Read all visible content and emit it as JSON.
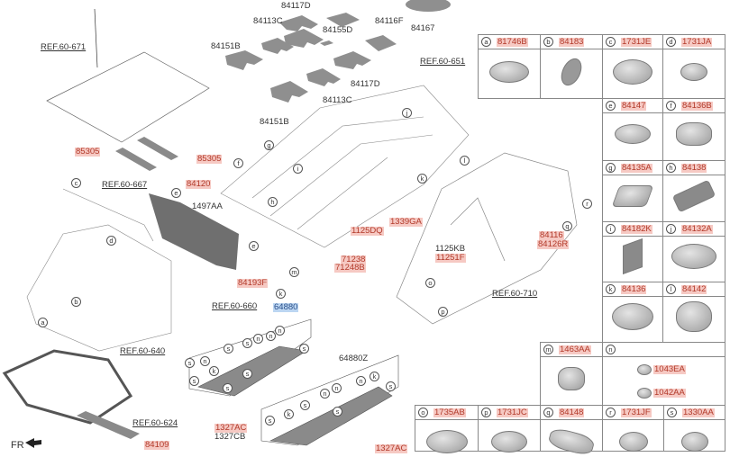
{
  "labels": {
    "top_pads": [
      "84117D",
      "84113C",
      "84155D",
      "84116F",
      "84167",
      "84151B",
      "84117D",
      "84113C",
      "84151B"
    ],
    "refs": [
      "REF.60-671",
      "REF.60-651",
      "REF.60-667",
      "REF.60-660",
      "REF.60-640",
      "REF.60-624",
      "REF.60-710"
    ],
    "plain": [
      "1497AA",
      "1125KB",
      "1327CB",
      "64880Z",
      "FR"
    ],
    "highlighted": [
      "85305",
      "85305",
      "84120",
      "1125DQ",
      "1339GA",
      "71238",
      "71248B",
      "84116",
      "84126R",
      "11251F",
      "84193F",
      "1327AC",
      "84109",
      "1327AC"
    ],
    "selected": "64880"
  },
  "callouts": [
    "a",
    "b",
    "c",
    "d",
    "e",
    "e",
    "f",
    "g",
    "h",
    "i",
    "j",
    "k",
    "l",
    "m",
    "o",
    "p",
    "q",
    "r"
  ],
  "legend_table": [
    {
      "key": "a",
      "part": "81746B"
    },
    {
      "key": "b",
      "part": "84183"
    },
    {
      "key": "c",
      "part": "1731JE"
    },
    {
      "key": "d",
      "part": "1731JA"
    },
    {
      "key": "e",
      "part": "84147"
    },
    {
      "key": "f",
      "part": "84136B"
    },
    {
      "key": "g",
      "part": "84135A"
    },
    {
      "key": "h",
      "part": "84138"
    },
    {
      "key": "i",
      "part": "84182K"
    },
    {
      "key": "j",
      "part": "84132A"
    },
    {
      "key": "k",
      "part": "84136"
    },
    {
      "key": "l",
      "part": "84142"
    },
    {
      "key": "m",
      "part": "1463AA"
    },
    {
      "key": "n",
      "part": "",
      "subparts": [
        "1043EA",
        "1042AA"
      ]
    },
    {
      "key": "o",
      "part": "1735AB"
    },
    {
      "key": "p",
      "part": "1731JC"
    },
    {
      "key": "q",
      "part": "84148"
    },
    {
      "key": "r",
      "part": "1731JF"
    },
    {
      "key": "s",
      "part": "1330AA"
    }
  ],
  "under_cover_callouts": [
    "s",
    "s",
    "n",
    "n",
    "n",
    "k",
    "s",
    "n",
    "k",
    "s",
    "s",
    "s",
    "s",
    "s",
    "k",
    "s",
    "n",
    "n",
    "n",
    "s",
    "n",
    "k",
    "s",
    "s"
  ]
}
